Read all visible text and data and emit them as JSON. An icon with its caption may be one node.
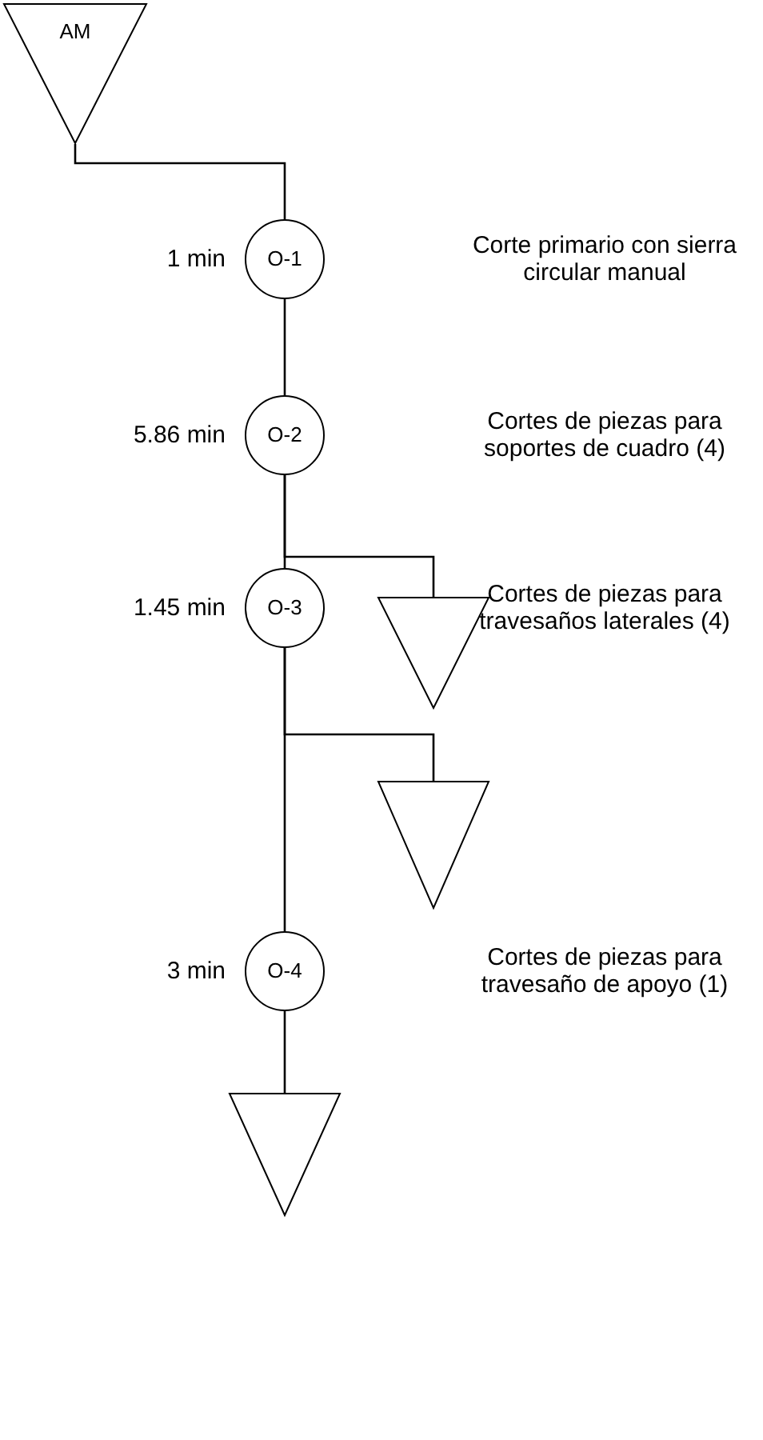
{
  "diagram": {
    "nodes": [
      {
        "text": [
          "AM"
        ]
      },
      {
        "text": [
          "O-1"
        ],
        "beside": [
          "1 min"
        ]
      },
      {
        "text": [
          "O-2"
        ],
        "beside": [
          "5.86 min"
        ]
      },
      {
        "text": [],
        "shape": "triangle"
      },
      {
        "text": [
          "O-3"
        ],
        "beside": [
          "1.45 min"
        ]
      },
      {
        "text": [],
        "shape": "triangle"
      },
      {
        "text": [
          "O-4"
        ],
        "beside": [
          "3 min"
        ]
      },
      {
        "text": [],
        "shape": "triangle"
      }
    ],
    "edges": [
      {
        "from": 0,
        "to": 1,
        "arrow": "none"
      },
      {
        "from": 1,
        "to": 2,
        "arrow": "none"
      },
      {
        "from": 2,
        "to": 4,
        "arrow": "none"
      },
      {
        "from": 2,
        "to": 3,
        "arrow": "none"
      },
      {
        "from": 4,
        "to": 6,
        "arrow": "none"
      },
      {
        "from": 4,
        "to": 5,
        "arrow": "none"
      },
      {
        "from": 6,
        "to": 7,
        "arrow": "none"
      }
    ],
    "labels": [
      "Corte primario con sierra circular manual",
      "Cortes de piezas para soportes de cuadro (4)",
      "Cortes de piezas para travesaños laterales (4)",
      "Cortes de piezas para travesaño de apoyo (1)"
    ]
  }
}
